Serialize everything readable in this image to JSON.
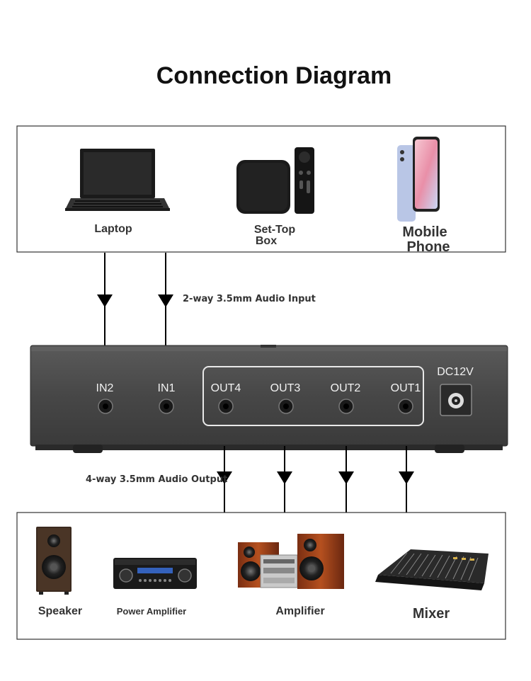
{
  "title": "Connection Diagram",
  "sources": {
    "laptop": "Laptop",
    "settop_line1": "Set-Top",
    "settop_line2": "Box",
    "mobile_line1": "Mobile",
    "mobile_line2": "Phone"
  },
  "input_note": "2-way 3.5mm Audio Input",
  "output_note": "4-way 3.5mm Audio Output",
  "device": {
    "ports": [
      "IN2",
      "IN1",
      "OUT4",
      "OUT3",
      "OUT2",
      "OUT1"
    ],
    "power_label": "DC12V"
  },
  "outputs": {
    "speaker": "Speaker",
    "power_amplifier": "Power Amplifier",
    "amplifier": "Amplifier",
    "mixer": "Mixer"
  },
  "colors": {
    "device_body": "#4a4a4a",
    "line": "#000000",
    "frame": "#333333"
  }
}
